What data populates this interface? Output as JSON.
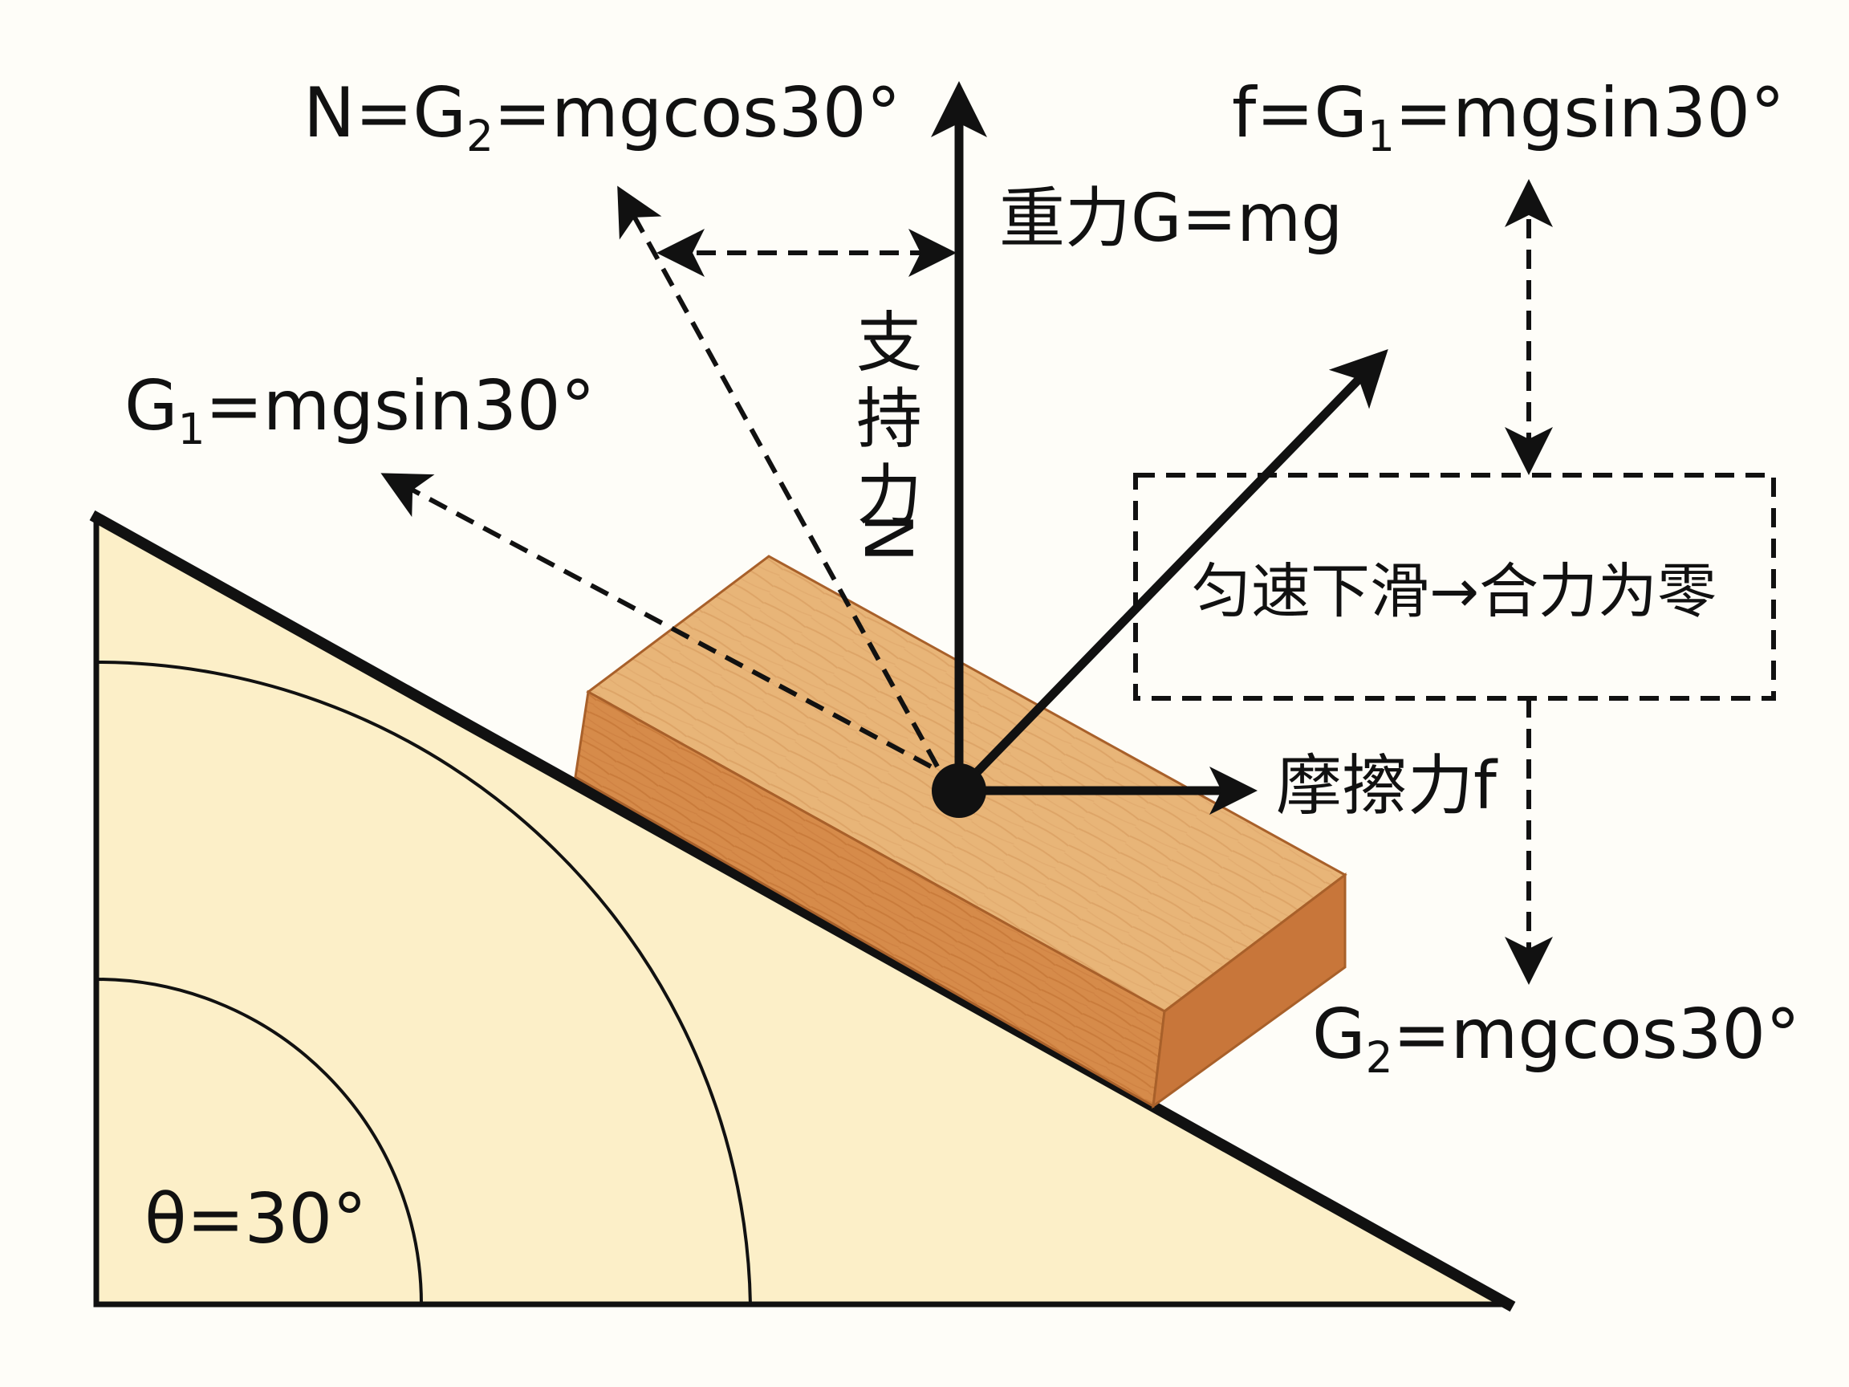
{
  "labels": {
    "n_decomp": {
      "main": "N=G",
      "sub": "2",
      "rest": "=mgcos30°"
    },
    "f_decomp": {
      "main": "f=G",
      "sub": "1",
      "rest": "=mgsin30°"
    },
    "gravity": "重力G=mg",
    "support_n": [
      "支",
      "持",
      "力",
      "N"
    ],
    "g1": {
      "main": "G",
      "sub": "1",
      "rest": "=mgsin30°"
    },
    "g2": {
      "main": "G",
      "sub": "2",
      "rest": "=mgcos30°"
    },
    "uniform_motion": "匀速下滑→合力为零",
    "friction": "摩擦力f",
    "theta": "θ=30°"
  },
  "colors": {
    "background": "#fefdf8",
    "incline_fill": "#fcefc8",
    "block_top": "#e8b578",
    "block_front": "#d68b4a",
    "block_side": "#c8763a",
    "ink": "#111111"
  }
}
